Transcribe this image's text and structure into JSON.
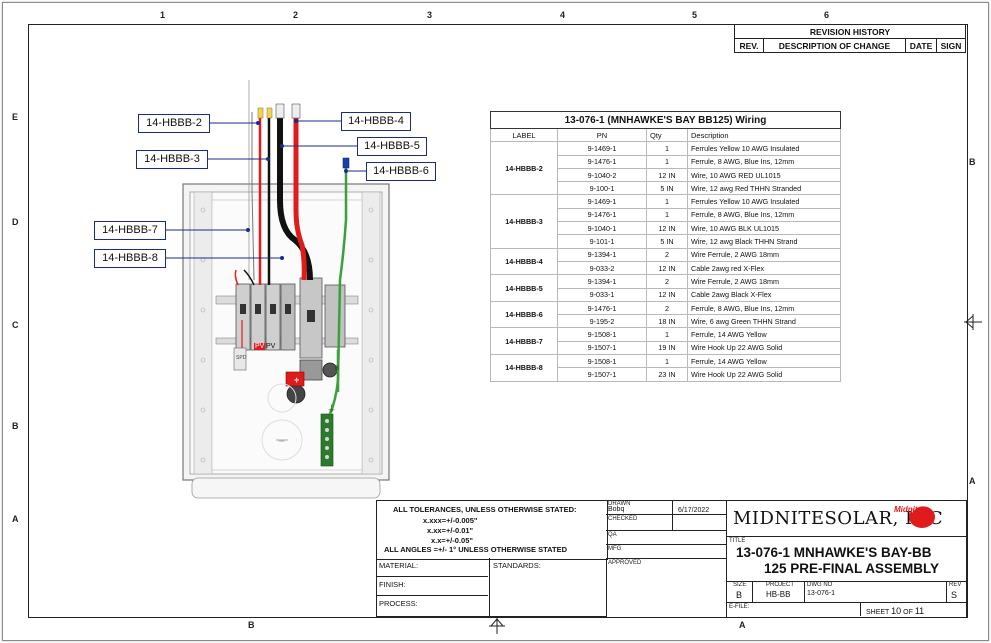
{
  "zones": {
    "top": [
      "1",
      "2",
      "3",
      "4",
      "5",
      "6"
    ],
    "left": [
      "E",
      "D",
      "C",
      "B",
      "A"
    ],
    "right": [
      "B",
      "A"
    ],
    "bottom": [
      "B",
      "A"
    ]
  },
  "revision_history": {
    "title": "REVISION HISTORY",
    "columns": [
      "REV.",
      "DESCRIPTION OF CHANGE",
      "DATE",
      "SIGN"
    ]
  },
  "callouts": [
    "14-HBBB-2",
    "14-HBBB-3",
    "14-HBBB-4",
    "14-HBBB-5",
    "14-HBBB-6",
    "14-HBBB-7",
    "14-HBBB-8"
  ],
  "panel_labels": {
    "pv_left": "PV",
    "pv_right": "PV",
    "spd": "SPD",
    "ground": "⏚",
    "batt_pos": "+",
    "batt_neg": "−",
    "b_label": "B"
  },
  "wiring_table": {
    "title": "13-076-1 (MNHAWKE'S BAY BB125) Wiring",
    "columns": [
      "LABEL",
      "PN",
      "Qty",
      "Description"
    ],
    "groups": [
      {
        "label": "14-HBBB-2",
        "rows": [
          [
            "9-1469-1",
            "1",
            "Ferrules Yellow 10 AWG Insulated"
          ],
          [
            "9-1476-1",
            "1",
            "Ferrule, 8 AWG, Blue Ins, 12mm"
          ],
          [
            "9-1040-2",
            "12 IN",
            "Wire, 10 AWG RED UL1015"
          ],
          [
            "9-100-1",
            "5 IN",
            "Wire, 12 awg Red THHN Stranded"
          ]
        ]
      },
      {
        "label": "14-HBBB-3",
        "rows": [
          [
            "9-1469-1",
            "1",
            "Ferrules Yellow 10 AWG Insulated"
          ],
          [
            "9-1476-1",
            "1",
            "Ferrule, 8 AWG, Blue Ins, 12mm"
          ],
          [
            "9-1040-1",
            "12 IN",
            "Wire, 10 AWG BLK UL1015"
          ],
          [
            "9-101-1",
            "5 IN",
            "Wire, 12 awg Black THHN Strand"
          ]
        ]
      },
      {
        "label": "14-HBBB-4",
        "rows": [
          [
            "9-1394-1",
            "2",
            "Wire Ferrule, 2 AWG 18mm"
          ],
          [
            "9-033-2",
            "12 IN",
            "Cable 2awg red X-Flex"
          ]
        ]
      },
      {
        "label": "14-HBBB-5",
        "rows": [
          [
            "9-1394-1",
            "2",
            "Wire Ferrule, 2 AWG 18mm"
          ],
          [
            "9-033-1",
            "12 IN",
            "Cable 2awg Black X-Flex"
          ]
        ]
      },
      {
        "label": "14-HBBB-6",
        "rows": [
          [
            "9-1476-1",
            "2",
            "Ferrule, 8 AWG, Blue Ins, 12mm"
          ],
          [
            "9-195-2",
            "18 IN",
            "Wire, 6 awg Green THHN Strand"
          ]
        ]
      },
      {
        "label": "14-HBBB-7",
        "rows": [
          [
            "9-1508-1",
            "1",
            "Ferrule, 14 AWG Yellow"
          ],
          [
            "9-1507-1",
            "19 IN",
            "Wire Hook Up 22 AWG Solid"
          ]
        ]
      },
      {
        "label": "14-HBBB-8",
        "rows": [
          [
            "9-1508-1",
            "1",
            "Ferrule, 14 AWG Yellow"
          ],
          [
            "9-1507-1",
            "23 IN",
            "Wire Hook Up 22 AWG Solid"
          ]
        ]
      }
    ]
  },
  "title_block": {
    "tolerances": [
      "ALL TOLERANCES, UNLESS OTHERWISE STATED:",
      "x.xxx=+/-0.005\"",
      "x.xx=+/-0.01\"",
      "x.x=+/-0.05\"",
      "ALL ANGLES =+/- 1° UNLESS OTHERWISE STATED"
    ],
    "material": "MATERIAL:",
    "finish": "FINISH:",
    "process": "PROCESS:",
    "standards": "STANDARDS:",
    "drawn_label": "DRAWN",
    "drawn_by": "Bobq",
    "drawn_date": "6/17/2022",
    "checked": "CHECKED",
    "qa": "QA",
    "mfg": "MFG",
    "approved": "APPROVED",
    "company": "MIDNITESOLAR, INC",
    "logo_text": "Midnite",
    "title_label": "TITLE",
    "title_line1": "13-076-1 MNHAWKE'S BAY-BB",
    "title_line2": "125 PRE-FINAL ASSEMBLY",
    "size_label": "SIZE",
    "size": "B",
    "project_label": "PROJECT",
    "project": "HB-BB",
    "dwg_label": "DWG NO",
    "dwg_no": "13-076-1",
    "rev_label": "REV",
    "rev": "S",
    "efile_label": "E-FILE:",
    "sheet_label": "SHEET",
    "sheet": "10",
    "of_label": "OF",
    "of": "11"
  },
  "colors": {
    "red": "#e01b1b",
    "black": "#111111",
    "green": "#3aa13a",
    "blue": "#1a2a8a"
  }
}
